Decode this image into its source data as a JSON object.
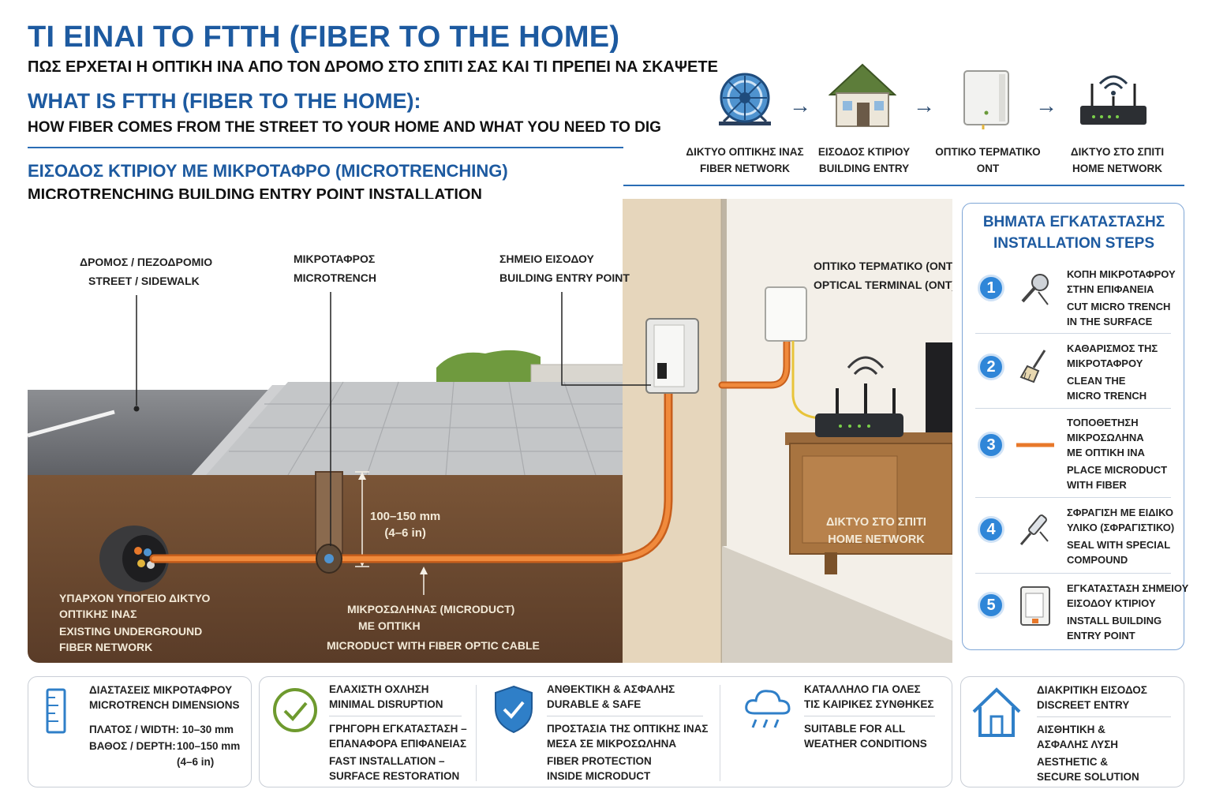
{
  "header": {
    "title_gr": "ΤΙ ΕΙΝΑΙ ΤΟ FTTH (FIBER TO THE HOME)",
    "subtitle_gr": "ΠΩΣ ΕΡΧΕΤΑΙ Η ΟΠΤΙΚΗ ΙΝΑ ΑΠΟ ΤΟΝ ΔΡΟΜΟ ΣΤΟ ΣΠΙΤΙ ΣΑΣ ΚΑΙ ΤΙ ΠΡΕΠΕΙ ΝΑ ΣΚΑΨΕΤΕ",
    "title_en": "WHAT IS FTTH (FIBER TO THE HOME):",
    "subtitle_en": "HOW FIBER COMES FROM THE STREET TO YOUR HOME AND WHAT YOU NEED TO DIG",
    "section_gr": "ΕΙΣΟΔΟΣ ΚΤΙΡΙΟΥ ΜΕ ΜΙΚΡΟΤΑΦΡΟ (MICROTRENCHING)",
    "section_en": "MICROTRENCHING BUILDING ENTRY POINT INSTALLATION"
  },
  "flow": [
    {
      "icon": "cable-reel-icon",
      "gr": "ΔΙΚΤΥΟ ΟΠΤΙΚΗΣ ΙΝΑΣ",
      "en": "FIBER NETWORK"
    },
    {
      "icon": "house-icon",
      "gr": "ΕΙΣΟΔΟΣ ΚΤΙΡΙΟΥ",
      "en": "BUILDING ENTRY"
    },
    {
      "icon": "ont-device-icon",
      "gr": "ΟΠΤΙΚΟ ΤΕΡΜΑΤΙΚΟ",
      "en": "ONT"
    },
    {
      "icon": "router-icon",
      "gr": "ΔΙΚΤΥΟ ΣΤΟ ΣΠΙΤΙ",
      "en": "HOME NETWORK"
    }
  ],
  "flow_arrow": "→",
  "scene": {
    "street": {
      "gr": "ΔΡΟΜΟΣ / ΠΕΖΟΔΡΟΜΙΟ",
      "en": "STREET / SIDEWALK"
    },
    "microtrench": {
      "gr": "ΜΙΚΡΟΤΑΦΡΟΣ",
      "en": "MICROTRENCH"
    },
    "entry_point": {
      "gr": "ΣΗΜΕΙΟ ΕΙΣΟΔΟΥ",
      "en": "BUILDING ENTRY POINT"
    },
    "ont": {
      "gr": "ΟΠΤΙΚΟ ΤΕΡΜΑΤΙΚΟ (ONT)",
      "en": "OPTICAL TERMINAL (ONT)"
    },
    "depth": {
      "mm": "100–150 mm",
      "in": "(4–6 in)"
    },
    "home_network": {
      "gr": "ΔΙΚΤΥΟ ΣΤΟ ΣΠΙΤΙ",
      "en": "HOME NETWORK"
    },
    "existing": {
      "gr1": "ΥΠΑΡΧΟΝ ΥΠΟΓΕΙΟ ΔΙΚΤΥΟ",
      "gr2": "ΟΠΤΙΚΗΣ ΙΝΑΣ",
      "en1": "EXISTING UNDERGROUND",
      "en2": "FIBER NETWORK"
    },
    "microduct": {
      "gr1": "ΜΙΚΡΟΣΩΛΗΝΑΣ (MICRODUCT)",
      "gr2": "ΜΕ ΟΠΤΙΚΗ",
      "en": "MICRODUCT WITH FIBER OPTIC CABLE"
    }
  },
  "steps": {
    "title_gr": "ΒΗΜΑΤΑ ΕΓΚΑΤΑΣΤΑΣΗΣ",
    "title_en": "INSTALLATION STEPS",
    "items": [
      {
        "num": "1",
        "icon": "saw-icon",
        "gr": [
          "ΚΟΠΗ ΜΙΚΡΟΤΑΦΡΟΥ",
          "ΣΤΗΝ ΕΠΙΦΑΝΕΙΑ"
        ],
        "en": [
          "CUT MICRO TRENCH",
          "IN THE SURFACE"
        ]
      },
      {
        "num": "2",
        "icon": "broom-icon",
        "gr": [
          "ΚΑΘΑΡΙΣΜΟΣ ΤΗΣ",
          "ΜΙΚΡΟΤΑΦΡΟΥ"
        ],
        "en": [
          "CLEAN THE",
          "MICRO TRENCH"
        ]
      },
      {
        "num": "3",
        "icon": "microduct-icon",
        "gr": [
          "ΤΟΠΟΘΕΤΗΣΗ",
          "ΜΙΚΡΟΣΩΛΗΝΑ",
          "ΜΕ ΟΠΤΙΚΗ ΙΝΑ"
        ],
        "en": [
          "PLACE MICRODUCT",
          "WITH FIBER"
        ]
      },
      {
        "num": "4",
        "icon": "sealant-gun-icon",
        "gr": [
          "ΣΦΡΑΓΙΣΗ ΜΕ ΕΙΔΙΚΟ",
          "ΥΛΙΚΟ (ΣΦΡΑΓΙΣΤΙΚΟ)"
        ],
        "en": [
          "SEAL WITH SPECIAL",
          "COMPOUND"
        ]
      },
      {
        "num": "5",
        "icon": "entry-box-icon",
        "gr": [
          "ΕΓΚΑΤΑΣΤΑΣΗ ΣΗΜΕΙΟΥ",
          "ΕΙΣΟΔΟΥ ΚΤΙΡΙΟΥ"
        ],
        "en": [
          "INSTALL BUILDING",
          "ENTRY POINT"
        ]
      }
    ]
  },
  "cards": {
    "dimensions": {
      "icon": "ruler-icon",
      "gr": "ΔΙΑΣΤΑΣΕΙΣ ΜΙΚΡΟΤΑΦΡΟΥ",
      "en": "MICROTRENCH DIMENSIONS",
      "width": "ΠΛΑΤΟΣ / WIDTH: 10–30 mm",
      "depth_label": "ΒΑΘΟΣ / DEPTH:",
      "depth_mm": "100–150 mm",
      "depth_in": "(4–6 in)"
    },
    "minimal": {
      "icon": "checkmark-icon",
      "gr": "ΕΛΑΧΙΣΤΗ ΟΧΛΗΣΗ",
      "en": "MINIMAL DISRUPTION",
      "l1": "ΓΡΗΓΟΡΗ ΕΓΚΑΤΑΣΤΑΣΗ –",
      "l2": "ΕΠΑΝΑΦΟΡΑ ΕΠΙΦΑΝΕΙΑΣ",
      "l3": "FAST INSTALLATION –",
      "l4": "SURFACE RESTORATION"
    },
    "durable": {
      "icon": "shield-icon",
      "gr": "ΑΝΘΕΚΤΙΚΗ & ΑΣΦΑΛΗΣ",
      "en": "DURABLE & SAFE",
      "l1": "ΠΡΟΣΤΑΣΙΑ ΤΗΣ ΟΠΤΙΚΗΣ ΙΝΑΣ",
      "l2": "ΜΕΣΑ ΣΕ ΜΙΚΡΟΣΩΛΗΝΑ",
      "l3": "FIBER PROTECTION",
      "l4": "INSIDE MICRODUCT"
    },
    "weather": {
      "icon": "rain-cloud-icon",
      "gr": "ΚΑΤΑΛΛΗΛΟ ΓΙΑ ΟΛΕΣ",
      "gr2": "ΤΙΣ ΚΑΙΡΙΚΕΣ ΣΥΝΘΗΚΕΣ",
      "l1": "SUITABLE FOR ALL",
      "l2": "WEATHER CONDITIONS"
    },
    "discreet": {
      "icon": "home-outline-icon",
      "gr": "ΔΙΑΚΡΙΤΙΚΗ ΕΙΣΟΔΟΣ",
      "en": "DISCREET ENTRY",
      "l1": "ΑΙΣΘΗΤΙΚΗ &",
      "l2": "ΑΣΦΑΛΗΣ ΛΥΣΗ",
      "l3": "AESTHETIC &",
      "l4": "SECURE SOLUTION"
    }
  },
  "colors": {
    "accent": "#1d5aa0",
    "fiber": "#e8782a",
    "soil": "#6b4a34",
    "step_badge": "#2f86d8"
  }
}
